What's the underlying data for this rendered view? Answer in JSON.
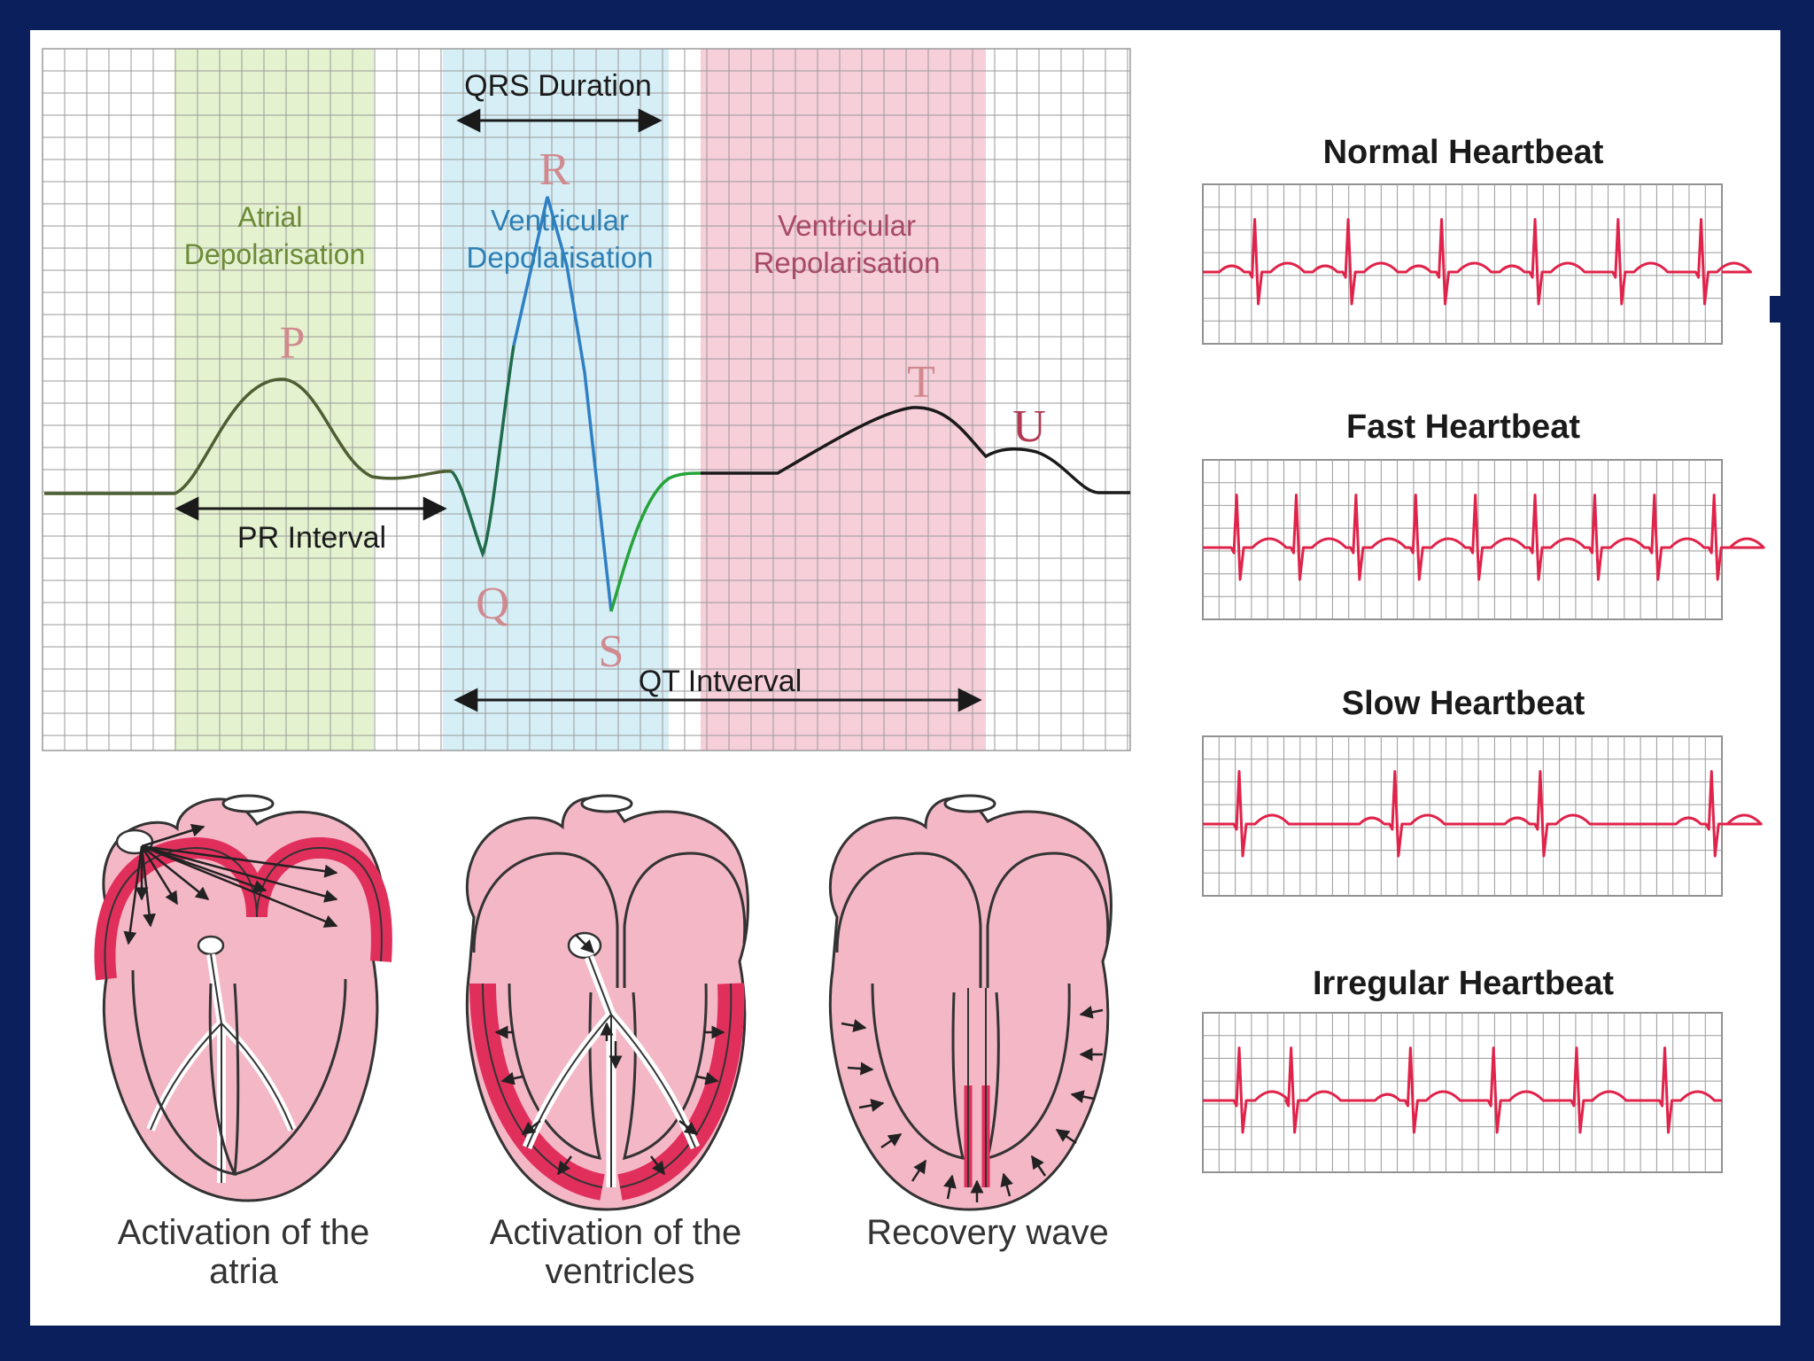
{
  "colors": {
    "frame": "#0a1f5c",
    "panel": "#ffffff",
    "grid": "#9a9a9a",
    "atrial_band": "#e4f2cf",
    "ventricular_band": "#d6eef6",
    "repolarisation_band": "#f6cfd9",
    "ecg_line": "#1a1a1a",
    "p_wave": "#4d5e33",
    "r_wave": "#2f7fc4",
    "s_wave": "#27a33b",
    "trace_red": "#e0234a",
    "heart_pink": "#f4b7c6",
    "heart_red": "#e12f5c",
    "wave_letter": "#d08a8f",
    "band_text_green": "#6c8a38",
    "band_text_blue": "#2f7fb3",
    "band_text_red": "#a84a66"
  },
  "ecg": {
    "bands": {
      "atrial": "Atrial Depolarisation",
      "ventricular": "Ventricular Depolarisation",
      "repolarisation": "Ventricular Repolarisation"
    },
    "waves": {
      "p": "P",
      "q": "Q",
      "r": "R",
      "s": "S",
      "t": "T",
      "u": "U"
    },
    "intervals": {
      "qrs": "QRS Duration",
      "pr": "PR Interval",
      "qt": "QT Intverval"
    }
  },
  "heartbeats": [
    {
      "title": "Normal Heartbeat",
      "beat_times": [
        0.1,
        0.28,
        0.46,
        0.64,
        0.8,
        0.96
      ],
      "icon": "normal-ecg-trace"
    },
    {
      "title": "Fast Heartbeat",
      "beat_times": [
        0.065,
        0.18,
        0.295,
        0.41,
        0.525,
        0.64,
        0.755,
        0.87,
        0.985
      ],
      "icon": "fast-ecg-trace"
    },
    {
      "title": "Slow Heartbeat",
      "beat_times": [
        0.07,
        0.37,
        0.65,
        0.98
      ],
      "icon": "slow-ecg-trace"
    },
    {
      "title": "Irregular Heartbeat",
      "beat_times": [
        0.07,
        0.17,
        0.4,
        0.56,
        0.72,
        0.89
      ],
      "icon": "irregular-ecg-trace"
    }
  ],
  "hearts": [
    {
      "caption": [
        "Activation of the",
        "atria"
      ],
      "icon": "heart-atria-activation-icon"
    },
    {
      "caption": [
        "Activation of the",
        "ventricles"
      ],
      "icon": "heart-ventricle-activation-icon"
    },
    {
      "caption": [
        "Recovery wave"
      ],
      "icon": "heart-recovery-wave-icon"
    }
  ]
}
